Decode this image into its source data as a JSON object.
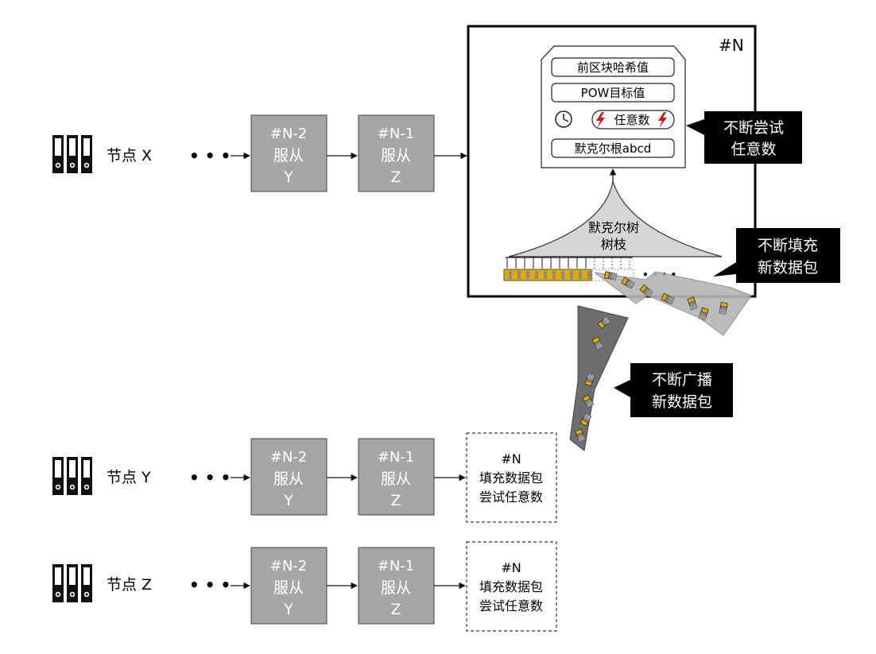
{
  "colors": {
    "block_fill": "#a6a6a6",
    "block_text": "#ffffff",
    "callout_fill": "#000000",
    "callout_text": "#ffffff",
    "tree_fill": "#d6d6d6",
    "packet_gold": "#d4a100"
  },
  "nodes": [
    {
      "label": "节点 X",
      "blocks": [
        {
          "id": "#N-2",
          "name": "服从",
          "sub": "Y"
        },
        {
          "id": "#N-1",
          "name": "服从",
          "sub": "Z"
        }
      ]
    },
    {
      "label": "节点 Y",
      "blocks": [
        {
          "id": "#N-2",
          "name": "服从",
          "sub": "Y"
        },
        {
          "id": "#N-1",
          "name": "服从",
          "sub": "Z"
        }
      ]
    },
    {
      "label": "节点 Z",
      "blocks": [
        {
          "id": "#N-2",
          "name": "服从",
          "sub": "Y"
        },
        {
          "id": "#N-1",
          "name": "服从",
          "sub": "Z"
        }
      ]
    }
  ],
  "ellipsis": "• • •",
  "current_block": {
    "id": "#N",
    "header": {
      "prev_hash": "前区块哈希值",
      "pow_target": "POW目标值",
      "nonce": "任意数",
      "merkle_root": "默克尔根abcd"
    },
    "tree_label_1": "默克尔树",
    "tree_label_2": "树枝",
    "dots": "• • • •"
  },
  "pending_block": {
    "id": "#N",
    "line1": "填充数据包",
    "line2": "尝试任意数"
  },
  "callouts": {
    "try_nonce": [
      "不断尝试",
      "任意数"
    ],
    "fill_packets": [
      "不断填充",
      "新数据包"
    ],
    "broadcast": [
      "不断广播",
      "新数据包"
    ]
  },
  "icons": [
    "server-icon",
    "clock-icon",
    "lightning-icon",
    "data-packet-icon"
  ]
}
